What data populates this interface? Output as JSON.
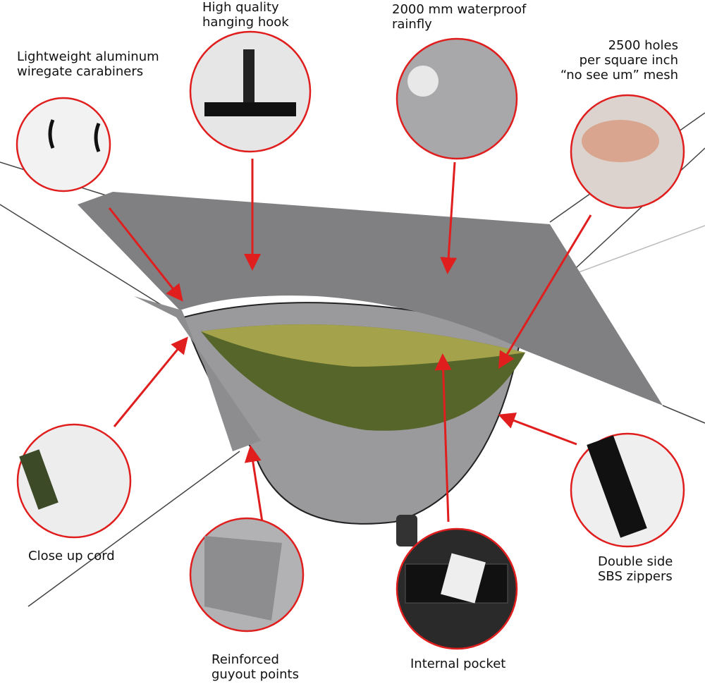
{
  "colors": {
    "callout_red": "#e01e1e",
    "tarp_gray": "#7d7d7f",
    "mesh_gray": "#9a9a9c",
    "hammock_green": "#56662a",
    "hammock_olive": "#a4a24a"
  },
  "callouts": [
    {
      "id": "carabiners",
      "lines": [
        "Lightweight aluminum",
        "wiregate carabiners"
      ]
    },
    {
      "id": "hook",
      "lines": [
        "High quality",
        "hanging hook"
      ]
    },
    {
      "id": "rainfly",
      "lines": [
        "2000 mm waterproof",
        "rainfly"
      ]
    },
    {
      "id": "mesh",
      "lines": [
        "2500 holes",
        "per square inch",
        "“no see um” mesh"
      ]
    },
    {
      "id": "cord",
      "lines": [
        "Close up cord"
      ]
    },
    {
      "id": "guyout",
      "lines": [
        "Reinforced",
        "guyout points"
      ]
    },
    {
      "id": "pocket",
      "lines": [
        "Internal pocket"
      ]
    },
    {
      "id": "zippers",
      "lines": [
        "Double side",
        "SBS zippers"
      ]
    }
  ]
}
